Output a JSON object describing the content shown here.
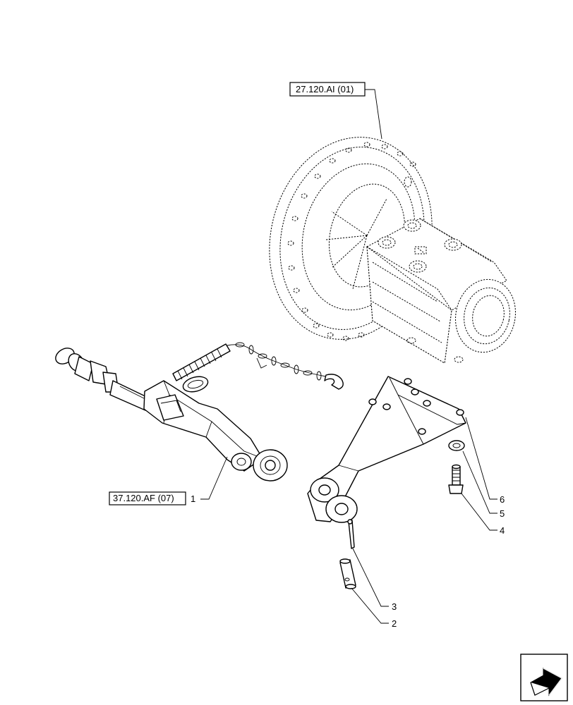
{
  "references": {
    "axle_housing": "27.120.AI (01)",
    "lift_link": "37.120.AF (07)"
  },
  "callouts": {
    "item_1": "1",
    "item_2": "2",
    "item_3": "3",
    "item_4": "4",
    "item_5": "5",
    "item_6": "6"
  },
  "nav_icon": "next-page-arrow-icon"
}
